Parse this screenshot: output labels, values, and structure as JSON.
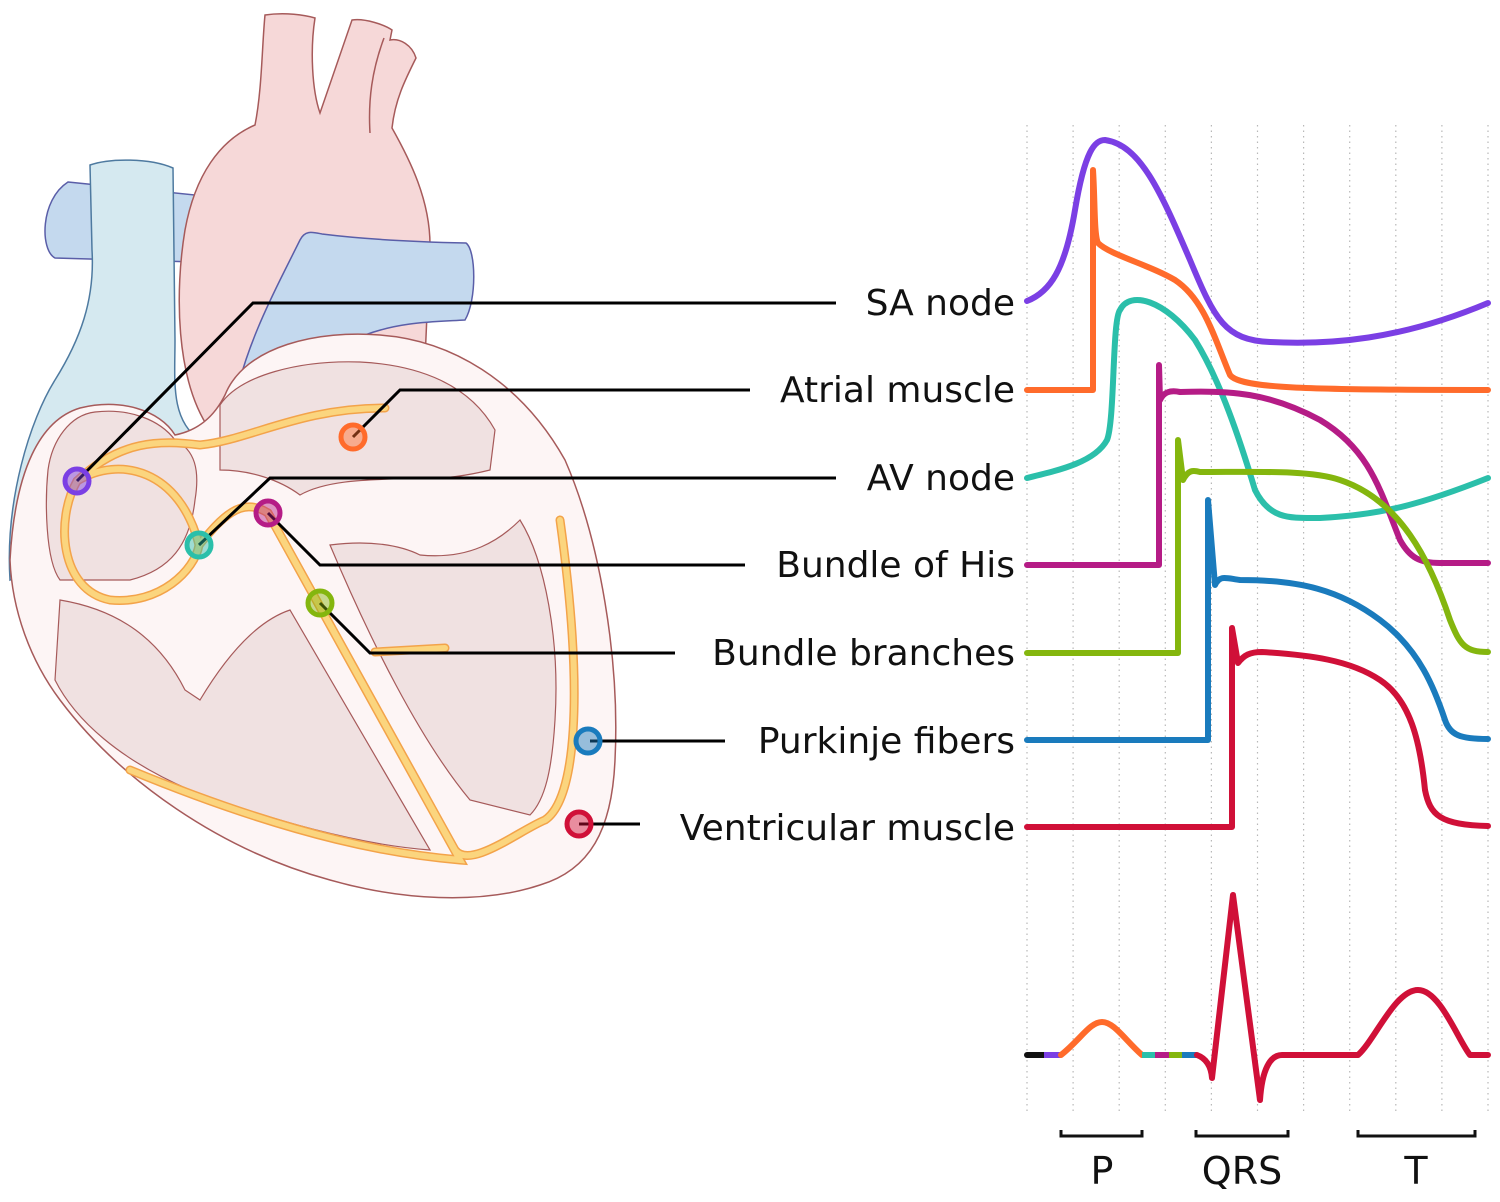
{
  "title": "Cardiac conduction system and action potentials",
  "structures": [
    {
      "id": "sa-node",
      "label": "SA node",
      "color": "#7b3fe4"
    },
    {
      "id": "atrial-muscle",
      "label": "Atrial muscle",
      "color": "#ff6b2b"
    },
    {
      "id": "av-node",
      "label": "AV node",
      "color": "#2bbfaa"
    },
    {
      "id": "bundle-of-his",
      "label": "Bundle of His",
      "color": "#b51c86"
    },
    {
      "id": "bundle-branches",
      "label": "Bundle branches",
      "color": "#84b60e"
    },
    {
      "id": "purkinje-fibers",
      "label": "Purkinje fibers",
      "color": "#1a7bbd"
    },
    {
      "id": "ventricular-muscle",
      "label": "Ventricular muscle",
      "color": "#d01038"
    }
  ],
  "ecg": {
    "waves": [
      {
        "label": "P"
      },
      {
        "label": "QRS"
      },
      {
        "label": "T"
      }
    ],
    "baseline_start_color": "#111111"
  },
  "colors": {
    "aorta": "#f6d8d8",
    "aorta_stroke": "#a65a5a",
    "vena_cava": "#d5e9f0",
    "vena_cava_stroke": "#4e7aa0",
    "pulmonary": "#c4d9ee",
    "pulmonary_stroke": "#5a5ea8",
    "heart_wall": "#fdf5f5",
    "chamber": "#f0e1e1",
    "conduction": "#fbd57e",
    "conduction_stroke": "#f3a34a",
    "grid": "#b8b8b8"
  }
}
